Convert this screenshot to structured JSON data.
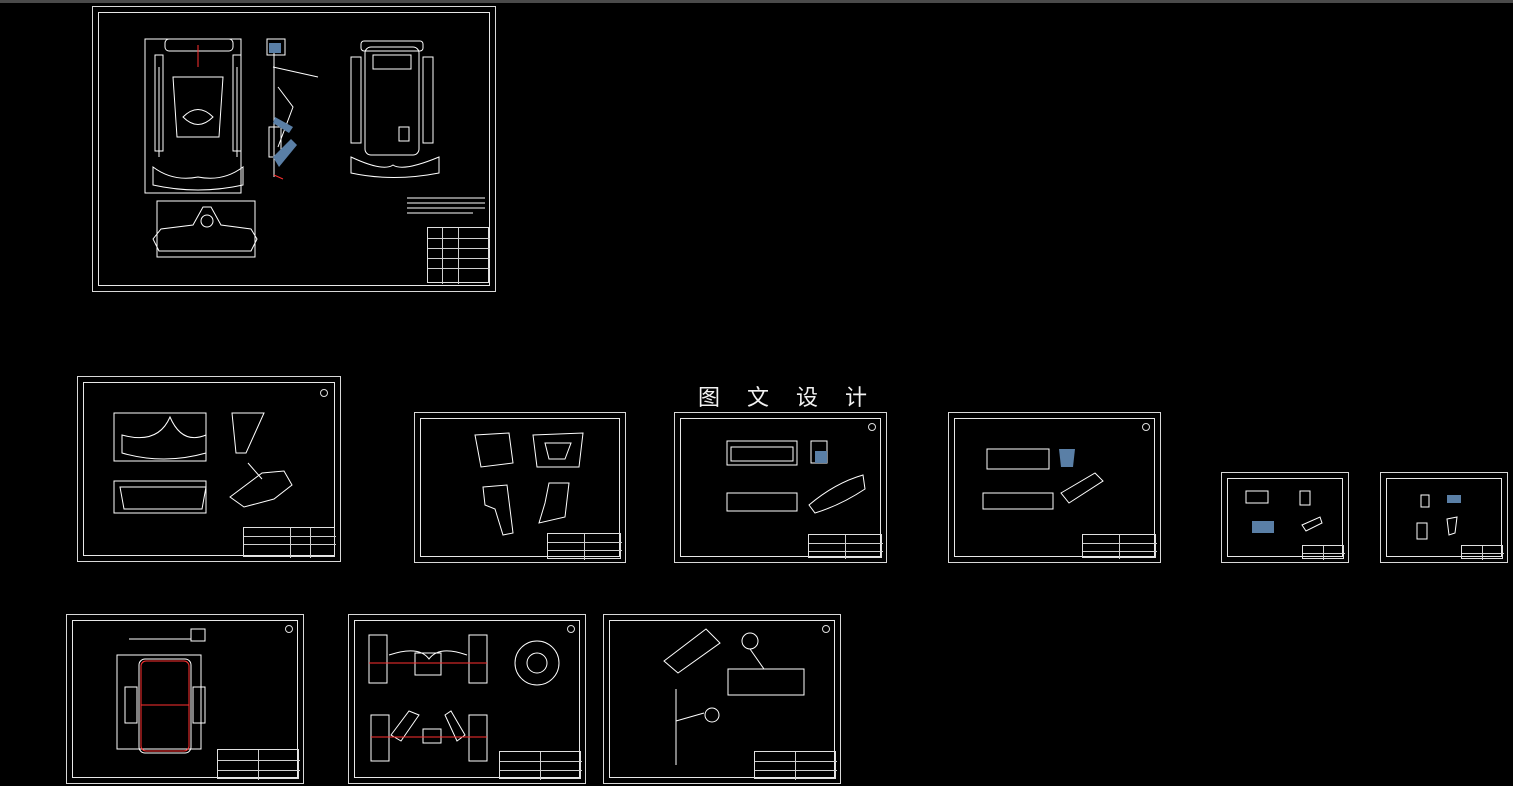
{
  "watermark": {
    "text": "图 文 设 计"
  },
  "colors": {
    "background": "#000000",
    "line": "#ffffff",
    "dimension": "#ff3030",
    "fill": "#5a7fa6"
  },
  "sheets": [
    {
      "id": "assembly",
      "name": "sheet-kart-assembly"
    },
    {
      "id": "seat",
      "name": "sheet-seat"
    },
    {
      "id": "steering-parts",
      "name": "sheet-steering-parts"
    },
    {
      "id": "bumper-front",
      "name": "sheet-front-bumper"
    },
    {
      "id": "bumper-rear",
      "name": "sheet-rear-bumper"
    },
    {
      "id": "bracket-a",
      "name": "sheet-bracket-a"
    },
    {
      "id": "bracket-b",
      "name": "sheet-bracket-b"
    },
    {
      "id": "frame",
      "name": "sheet-frame"
    },
    {
      "id": "drivetrain",
      "name": "sheet-drivetrain"
    },
    {
      "id": "steering",
      "name": "sheet-steering-assembly"
    }
  ]
}
